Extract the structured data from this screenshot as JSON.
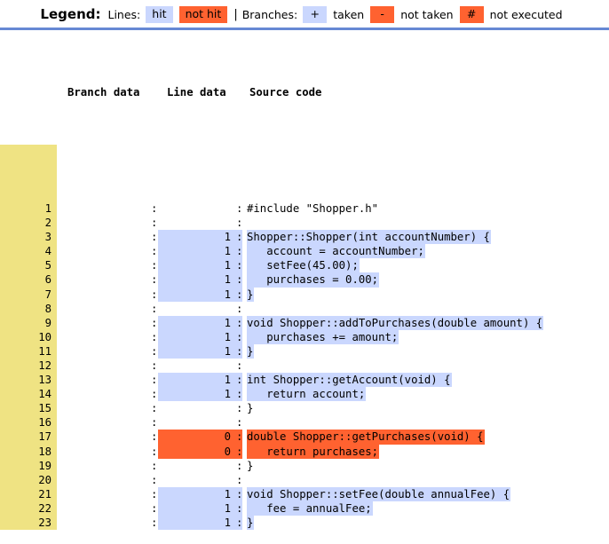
{
  "legend": {
    "title": "Legend:",
    "lines_label": "Lines:",
    "hit_label": "hit",
    "not_hit_label": "not hit",
    "separator": "|",
    "branches_label": "Branches:",
    "taken_symbol": "+",
    "taken_label": "taken",
    "not_taken_symbol": "-",
    "not_taken_label": "not taken",
    "not_executed_symbol": "#",
    "not_executed_label": "not executed",
    "colors": {
      "hit": "#cad7fe",
      "not_hit": "#ff6230",
      "rule": "#6688d4",
      "gutter": "#efe383"
    }
  },
  "headers": {
    "branch_data": "Branch data",
    "line_data": "Line data",
    "source_code": "Source code"
  },
  "source": {
    "rows": [
      {
        "num": "1",
        "branch": ":",
        "count": "",
        "ccol": ":",
        "code": "#include \"Shopper.h\"",
        "state": "none"
      },
      {
        "num": "2",
        "branch": ":",
        "count": "",
        "ccol": ":",
        "code": "",
        "state": "none"
      },
      {
        "num": "3",
        "branch": ":",
        "count": "1",
        "ccol": ":",
        "code": "Shopper::Shopper(int accountNumber) {",
        "state": "hit"
      },
      {
        "num": "4",
        "branch": ":",
        "count": "1",
        "ccol": ":",
        "code": "   account = accountNumber;",
        "state": "hit"
      },
      {
        "num": "5",
        "branch": ":",
        "count": "1",
        "ccol": ":",
        "code": "   setFee(45.00);",
        "state": "hit"
      },
      {
        "num": "6",
        "branch": ":",
        "count": "1",
        "ccol": ":",
        "code": "   purchases = 0.00;",
        "state": "hit"
      },
      {
        "num": "7",
        "branch": ":",
        "count": "1",
        "ccol": ":",
        "code": "}",
        "state": "hit"
      },
      {
        "num": "8",
        "branch": ":",
        "count": "",
        "ccol": ":",
        "code": "",
        "state": "none"
      },
      {
        "num": "9",
        "branch": ":",
        "count": "1",
        "ccol": ":",
        "code": "void Shopper::addToPurchases(double amount) {",
        "state": "hit"
      },
      {
        "num": "10",
        "branch": ":",
        "count": "1",
        "ccol": ":",
        "code": "   purchases += amount;",
        "state": "hit"
      },
      {
        "num": "11",
        "branch": ":",
        "count": "1",
        "ccol": ":",
        "code": "}",
        "state": "hit"
      },
      {
        "num": "12",
        "branch": ":",
        "count": "",
        "ccol": ":",
        "code": "",
        "state": "none"
      },
      {
        "num": "13",
        "branch": ":",
        "count": "1",
        "ccol": ":",
        "code": "int Shopper::getAccount(void) {",
        "state": "hit"
      },
      {
        "num": "14",
        "branch": ":",
        "count": "1",
        "ccol": ":",
        "code": "   return account;",
        "state": "hit"
      },
      {
        "num": "15",
        "branch": ":",
        "count": "",
        "ccol": ":",
        "code": "}",
        "state": "none"
      },
      {
        "num": "16",
        "branch": ":",
        "count": "",
        "ccol": ":",
        "code": "",
        "state": "none"
      },
      {
        "num": "17",
        "branch": ":",
        "count": "0",
        "ccol": ":",
        "code": "double Shopper::getPurchases(void) {",
        "state": "nothit"
      },
      {
        "num": "18",
        "branch": ":",
        "count": "0",
        "ccol": ":",
        "code": "   return purchases;",
        "state": "nothit"
      },
      {
        "num": "19",
        "branch": ":",
        "count": "",
        "ccol": ":",
        "code": "}",
        "state": "none"
      },
      {
        "num": "20",
        "branch": ":",
        "count": "",
        "ccol": ":",
        "code": "",
        "state": "none"
      },
      {
        "num": "21",
        "branch": ":",
        "count": "1",
        "ccol": ":",
        "code": "void Shopper::setFee(double annualFee) {",
        "state": "hit"
      },
      {
        "num": "22",
        "branch": ":",
        "count": "1",
        "ccol": ":",
        "code": "   fee = annualFee;",
        "state": "hit"
      },
      {
        "num": "23",
        "branch": ":",
        "count": "1",
        "ccol": ":",
        "code": "}",
        "state": "hit"
      }
    ]
  }
}
